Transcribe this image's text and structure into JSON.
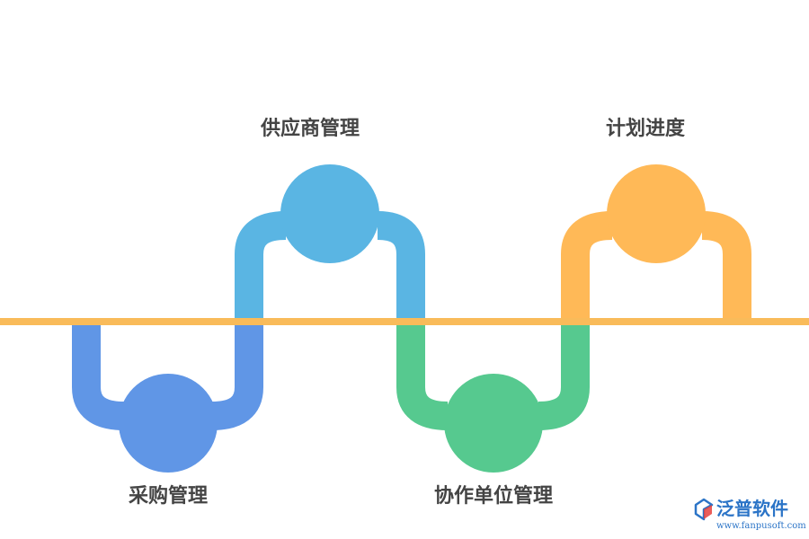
{
  "nodes": [
    {
      "label": "采购管理",
      "color": "#6096e6"
    },
    {
      "label": "供应商管理",
      "color": "#5ab5e3"
    },
    {
      "label": "协作单位管理",
      "color": "#56c98f"
    },
    {
      "label": "计划进度",
      "color": "#ffb957"
    }
  ],
  "timeline_color": "#f9bb5a",
  "brand": {
    "name": "泛普软件",
    "url": "www.fanpusoft.com",
    "color": "#2b74c7"
  }
}
